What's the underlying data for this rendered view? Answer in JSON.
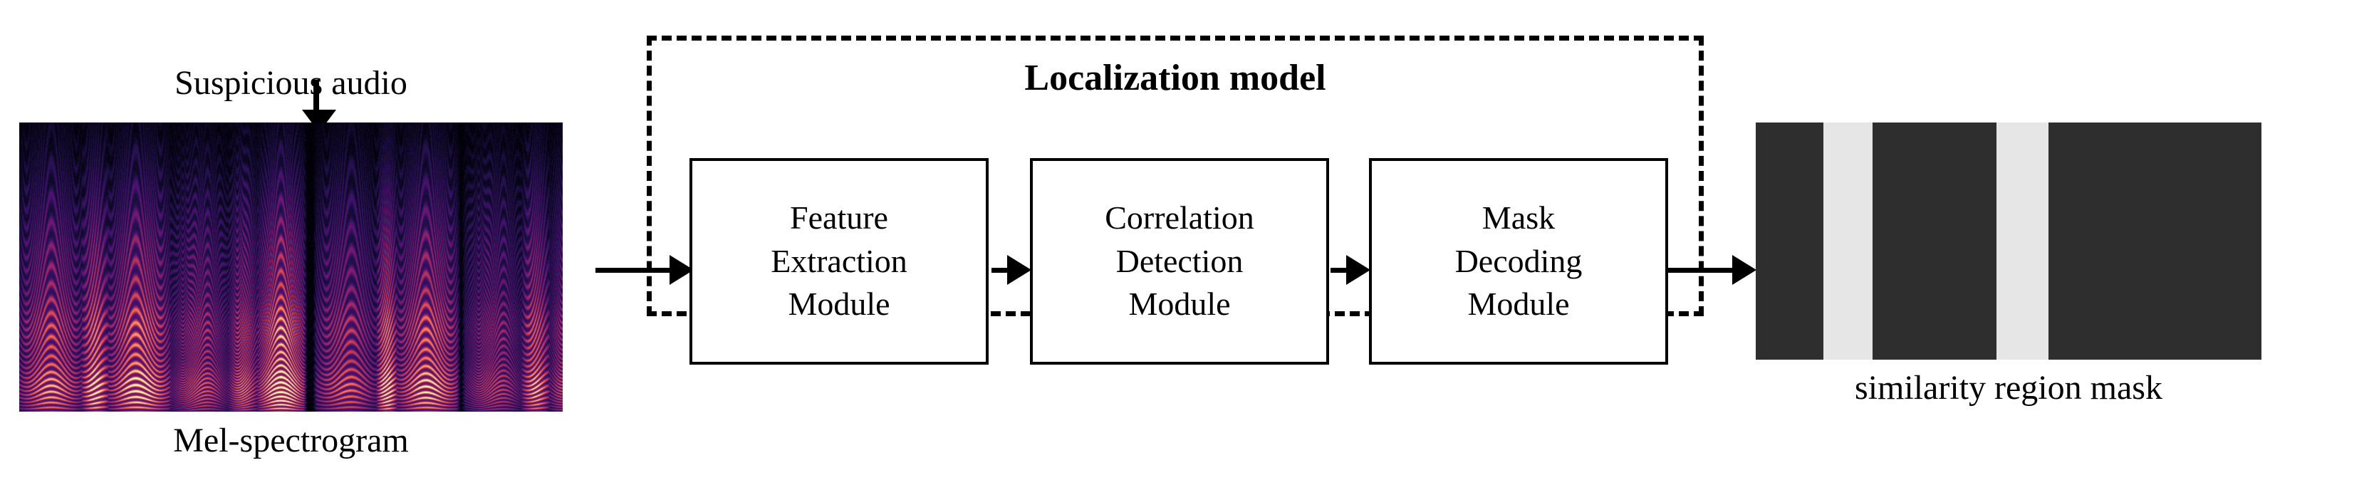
{
  "figure": {
    "input": {
      "caption_top": "Suspicious audio",
      "caption_bottom": "Mel-spectrogram",
      "arrow_down_icon": "arrow-down-icon"
    },
    "localization": {
      "title": "Localization model",
      "modules": [
        {
          "name": "feature-extraction-module",
          "text": "Feature\nExtraction\nModule"
        },
        {
          "name": "correlation-detection-module",
          "text": "Correlation\nDetection\nModule"
        },
        {
          "name": "mask-decoding-module",
          "text": "Mask\nDecoding\nModule"
        }
      ],
      "arrows": [
        {
          "name": "arrow-input-to-feature-extraction",
          "icon": "arrow-right-icon"
        },
        {
          "name": "arrow-feature-to-correlation",
          "icon": "arrow-right-icon"
        },
        {
          "name": "arrow-correlation-to-mask-decoding",
          "icon": "arrow-right-icon"
        },
        {
          "name": "arrow-mask-decoding-to-output",
          "icon": "arrow-right-icon"
        }
      ]
    },
    "output": {
      "caption_bottom": "similarity region mask",
      "mask": {
        "background_color": "#2e2e2e",
        "highlight_color": "#e6e6e6",
        "bands": [
          {
            "left_pct": 13.4,
            "width_pct": 9.7
          },
          {
            "left_pct": 47.6,
            "width_pct": 10.3
          }
        ]
      }
    },
    "colors": {
      "stroke": "#000000",
      "page_background": "#ffffff",
      "spectrogram_dark": "#120018",
      "spectrogram_mid": "#7b2a8e",
      "spectrogram_hot": "#fb8861",
      "spectrogram_bright": "#fed395"
    }
  }
}
